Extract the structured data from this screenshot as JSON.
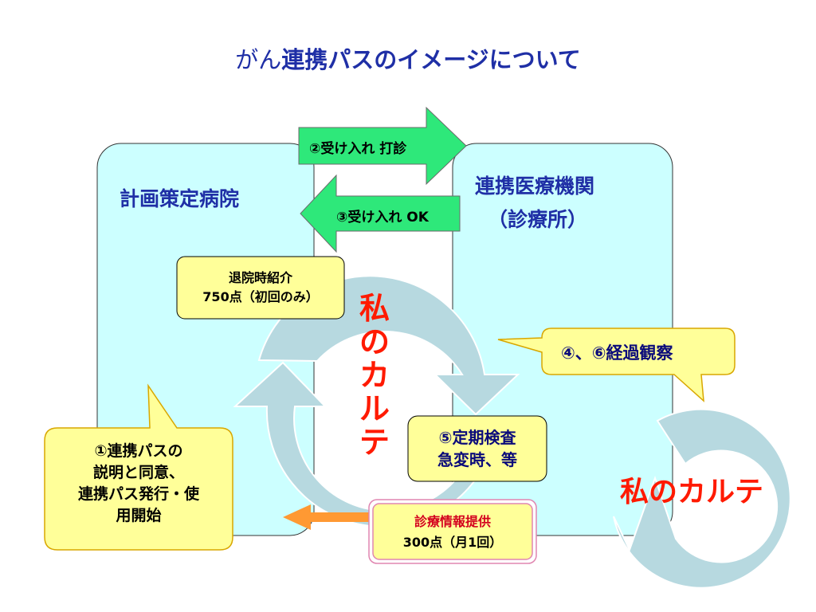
{
  "title": {
    "prefix": "がん",
    "main": "連携パスのイメージについて"
  },
  "panels": {
    "hospital": "計画策定病院",
    "clinic_line1": "連携医療機関",
    "clinic_line2": "（診療所）"
  },
  "arrows": {
    "request": "②受け入れ 打診",
    "accept": "③受け入れ OK"
  },
  "discharge_box": {
    "line1": "退院時紹介",
    "line2": "750点（初回のみ）"
  },
  "karte": {
    "vertical": "私のカルテ",
    "horizontal": "私のカルテ"
  },
  "observation": "④、⑥経過観察",
  "exam_box": {
    "line1": "⑤定期検査",
    "line2": "急変時、等"
  },
  "explain_box": {
    "line1": "①連携パスの",
    "line2": "説明と同意、",
    "line3": "連携パス発行・使",
    "line4": "用開始"
  },
  "info_box": {
    "line1": "診療情報提供",
    "line2": "300点（月1回）"
  },
  "colors": {
    "panel_fill": "#ccffff",
    "green_arrow": "#2ee87a",
    "yellow_box": "#ffff99",
    "cycle_arrow": "#b7d9e0",
    "orange_arrow": "#ff9933",
    "title_blue": "#1f2fa6",
    "karte_red": "#ff1a00"
  }
}
